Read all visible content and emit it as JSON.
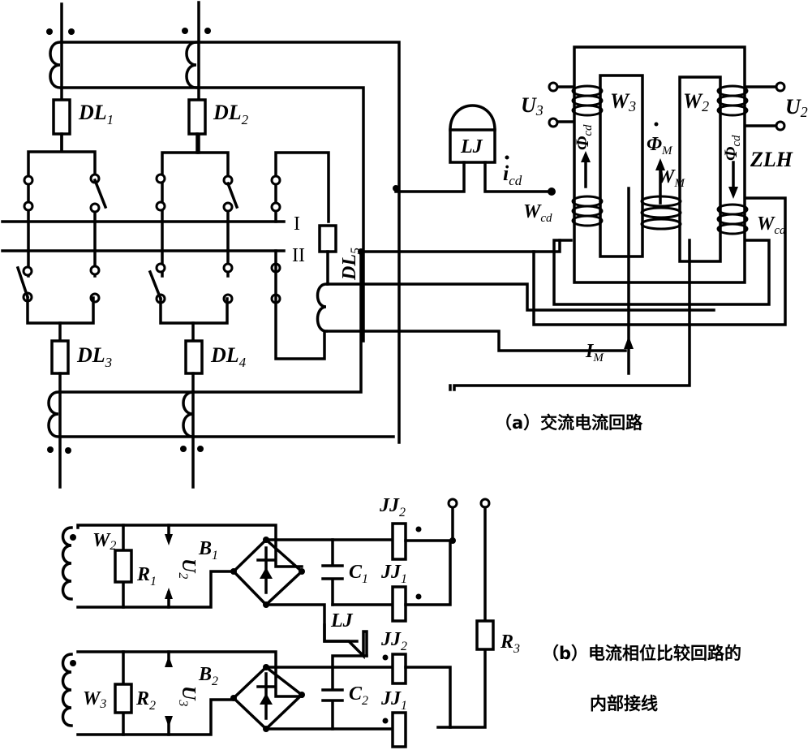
{
  "diagram": {
    "part_a": {
      "caption": "（a）交流电流回路",
      "breakers": [
        {
          "name": "DL",
          "sub": "1"
        },
        {
          "name": "DL",
          "sub": "2"
        },
        {
          "name": "DL",
          "sub": "3"
        },
        {
          "name": "DL",
          "sub": "4"
        },
        {
          "name": "DL",
          "sub": "5"
        }
      ],
      "buses": [
        "I",
        "II"
      ],
      "relay": "LJ",
      "current_label": {
        "main": "i",
        "sub": "cd"
      },
      "im_label": {
        "main": "I",
        "sub": "M"
      },
      "transformer_label": "ZLH",
      "windings": [
        {
          "name": "W",
          "sub": "3"
        },
        {
          "name": "W",
          "sub": "2"
        },
        {
          "name": "W",
          "sub": "M"
        },
        {
          "name": "W",
          "sub": "cd"
        },
        {
          "name": "W",
          "sub": "cd"
        }
      ],
      "voltages": [
        {
          "name": "U",
          "sub": "3"
        },
        {
          "name": "U",
          "sub": "2"
        }
      ],
      "fluxes": [
        {
          "name": "Φ",
          "sub": "cd"
        },
        {
          "name": "Φ",
          "sub": "M"
        },
        {
          "name": "Φ",
          "sub": "cd"
        }
      ]
    },
    "part_b": {
      "caption_line1": "（b）电流相位比较回路的",
      "caption_line2": "内部接线",
      "windings": [
        {
          "name": "W",
          "sub": "2"
        },
        {
          "name": "W",
          "sub": "3"
        }
      ],
      "resistors": [
        {
          "name": "R",
          "sub": "1"
        },
        {
          "name": "R",
          "sub": "2"
        },
        {
          "name": "R",
          "sub": "3"
        }
      ],
      "voltages": [
        {
          "name": "U",
          "sub": "2"
        },
        {
          "name": "U",
          "sub": "3"
        }
      ],
      "bridges": [
        {
          "name": "B",
          "sub": "1"
        },
        {
          "name": "B",
          "sub": "2"
        }
      ],
      "capacitors": [
        {
          "name": "C",
          "sub": "1"
        },
        {
          "name": "C",
          "sub": "2"
        }
      ],
      "relays": [
        {
          "name": "JJ",
          "sub": "2"
        },
        {
          "name": "JJ",
          "sub": "1"
        },
        {
          "name": "JJ",
          "sub": "2"
        },
        {
          "name": "JJ",
          "sub": "1"
        }
      ],
      "contact": "LJ"
    }
  }
}
